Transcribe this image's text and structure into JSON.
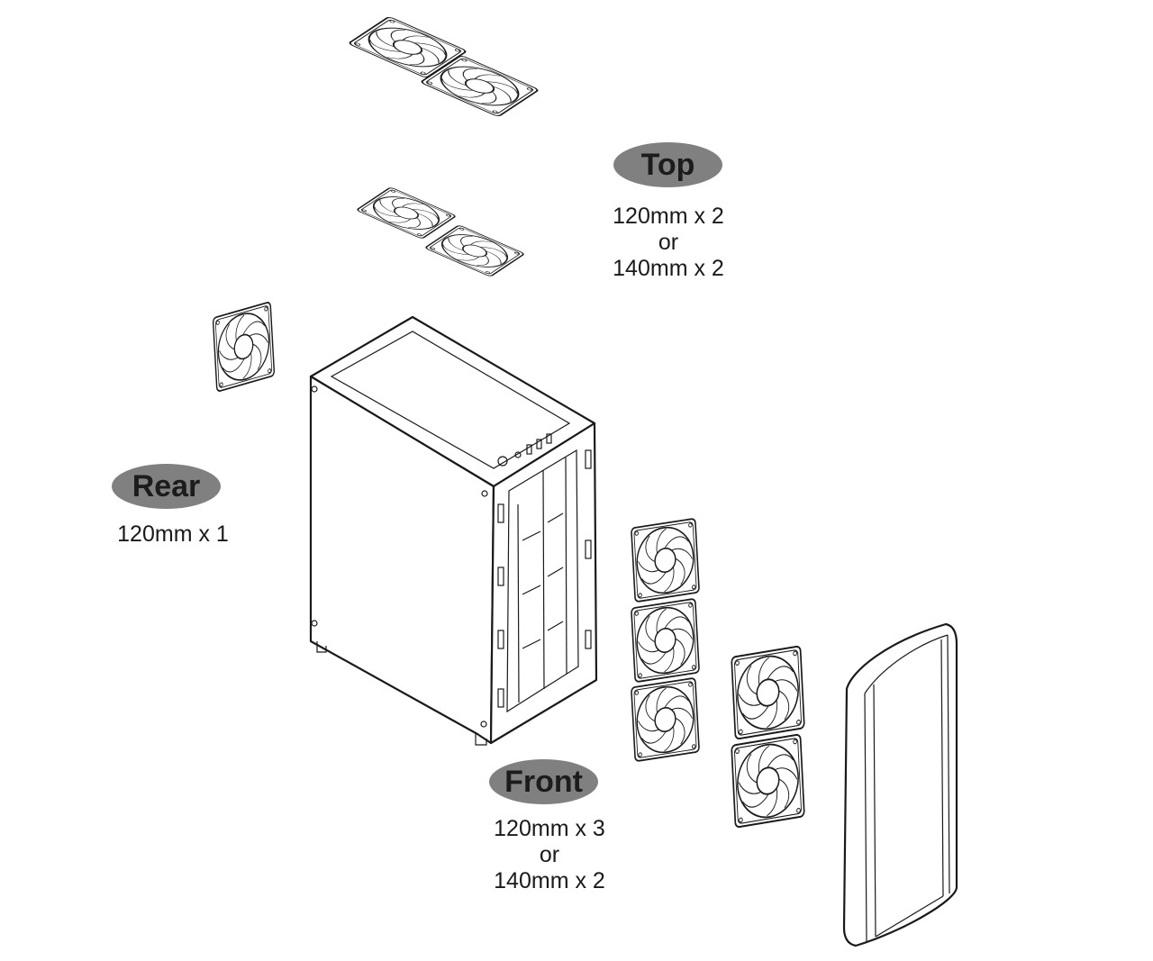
{
  "sections": {
    "top": {
      "label": "Top",
      "lines": [
        "120mm x 2",
        "or",
        "140mm x 2"
      ]
    },
    "rear": {
      "label": "Rear",
      "lines": [
        "120mm x 1"
      ]
    },
    "front": {
      "label": "Front",
      "lines": [
        "120mm x 3",
        "or",
        "140mm x 2"
      ]
    }
  },
  "colors": {
    "badge": "#808080",
    "line": "#1a1a1a"
  }
}
